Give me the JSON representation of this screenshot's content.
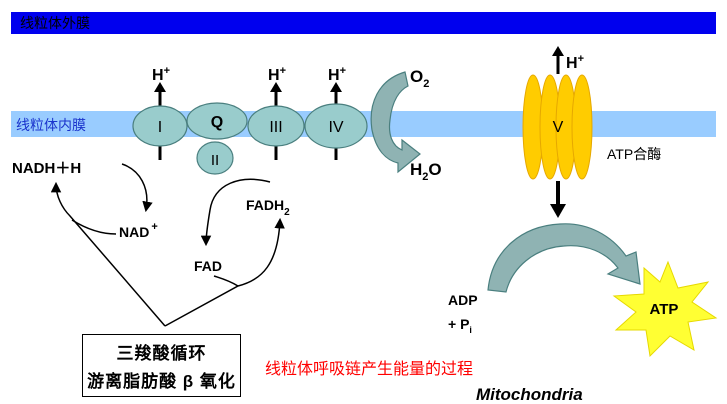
{
  "colors": {
    "outer_membrane": "#0000ee",
    "inner_membrane": "#99ccff",
    "complex_fill": "#99cccc",
    "atp_synthase": "#ffcc00",
    "atp_star": "#ffff33",
    "caption": "#ff0000",
    "arrow_dark": "#669999",
    "arrow_light": "#cce6e6"
  },
  "membranes": {
    "outer_label": "线粒体外膜",
    "inner_label": "线粒体内膜"
  },
  "complexes": {
    "c1": "I",
    "q": "Q",
    "c2": "II",
    "c3": "III",
    "c4": "IV",
    "c5": "V"
  },
  "protons": {
    "symbol": "H",
    "charge": "+"
  },
  "molecules": {
    "nadh": "NADH＋H",
    "nad_plus": "NAD",
    "nad_charge": "+",
    "fadh": "FADH",
    "fadh_sub": "2",
    "fad": "FAD",
    "o2": "O",
    "o2_sub": "2",
    "h2o_h": "H",
    "h2o_sub": "2",
    "h2o_o": "O",
    "adp": "ADP",
    "pi": "+ P",
    "pi_sub": "i",
    "atp": "ATP"
  },
  "labels": {
    "atp_synthase": "ATP合酶",
    "tca_line1": "三羧酸循环",
    "tca_line2": "游离脂肪酸 β 氧化",
    "caption": "线粒体呼吸链产生能量的过程",
    "mitochondria": "Mitochondria"
  }
}
